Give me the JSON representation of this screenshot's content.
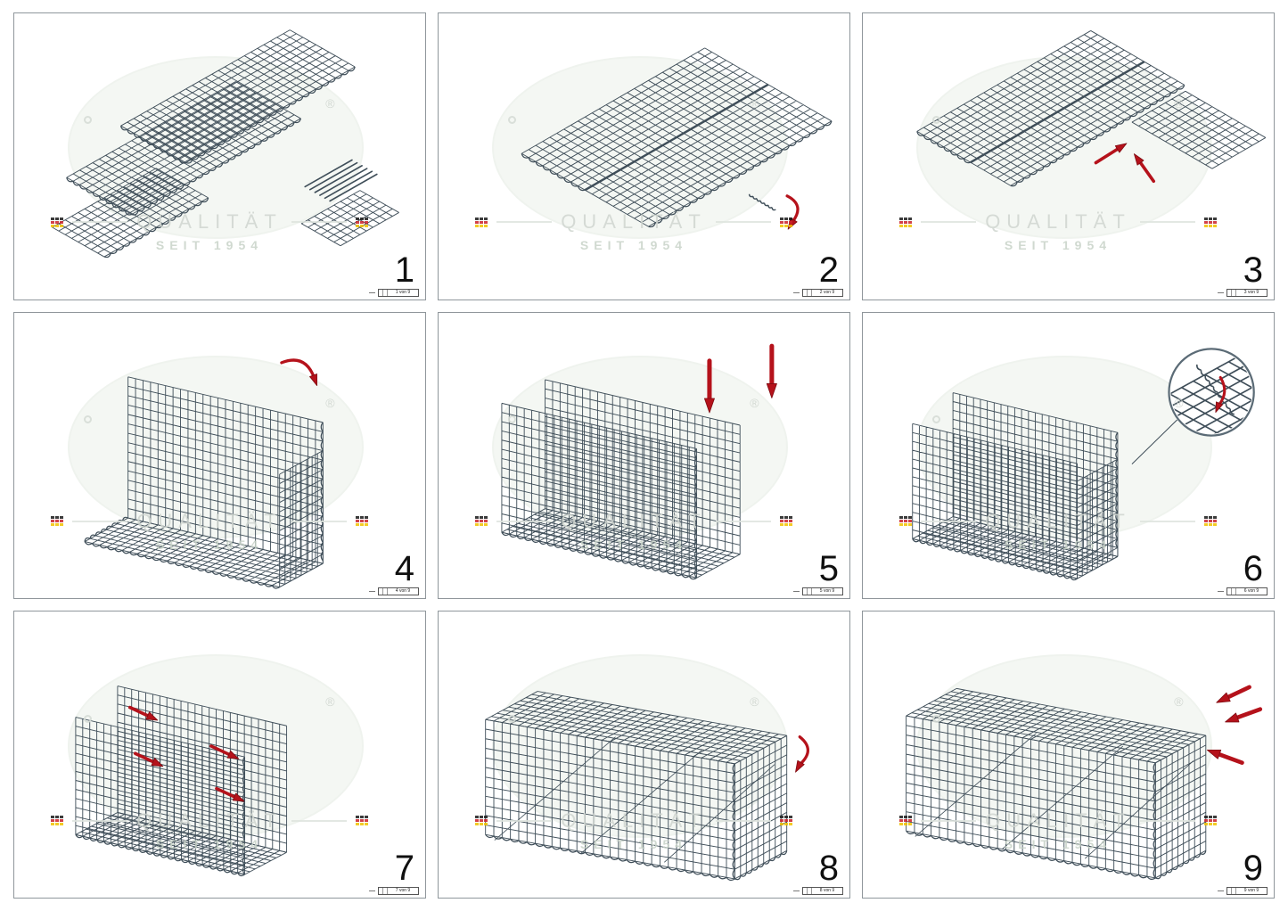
{
  "watermark": {
    "brand_line": "QUALITÄT",
    "sub_line": "SEIT 1954",
    "registered": "®"
  },
  "panels": [
    {
      "step": "1",
      "page_label": "1 von 9",
      "figure": "unfolded-mesh-panels"
    },
    {
      "step": "2",
      "page_label": "2 von 9",
      "figure": "joining-two-panels-with-spiral"
    },
    {
      "step": "3",
      "page_label": "3 von 9",
      "figure": "attaching-side-panel-cross-layout"
    },
    {
      "step": "4",
      "page_label": "4 von 9",
      "figure": "raising-back-and-side-walls"
    },
    {
      "step": "5",
      "page_label": "5 von 9",
      "figure": "raising-front-wall-press-down"
    },
    {
      "step": "6",
      "page_label": "6 von 9",
      "figure": "spiral-connection-detail-magnified"
    },
    {
      "step": "7",
      "page_label": "7 von 9",
      "figure": "inserting-distance-holders"
    },
    {
      "step": "8",
      "page_label": "8 von 9",
      "figure": "closing-lid-with-spiral"
    },
    {
      "step": "9",
      "page_label": "9 von 9",
      "figure": "final-fixing-spiral-ends"
    }
  ],
  "colors": {
    "mesh": "#3f4e59",
    "accent_red": "#b5121b",
    "watermark_text": "#d0d6d0",
    "flag_black": "#1a1a1a",
    "flag_red": "#cc2229",
    "flag_gold": "#f2c200"
  }
}
